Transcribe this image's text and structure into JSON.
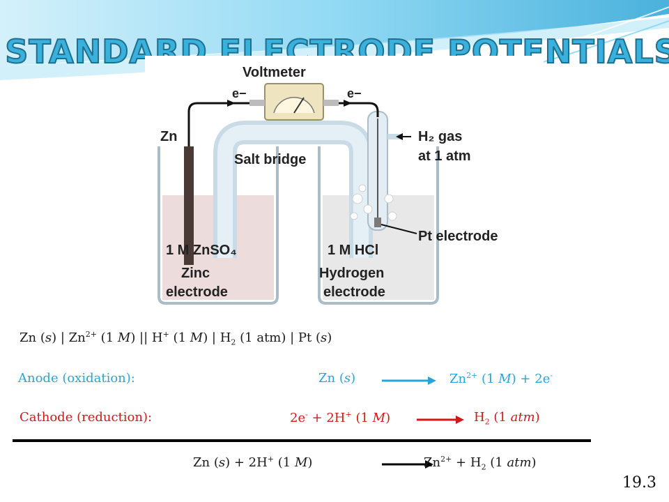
{
  "title": "Standard Electrode Potentials",
  "diagram": {
    "voltmeter": "Voltmeter",
    "electron_left": "e−",
    "electron_right": "e−",
    "zn": "Zn",
    "salt_bridge": "Salt bridge",
    "h2_line1": "H₂ gas",
    "h2_line2": "at 1 atm",
    "pt_electrode": "Pt electrode",
    "left_solution": "1 M ZnSO₄",
    "right_solution": "1 M HCl",
    "left_name1": "Zinc",
    "left_name2": "electrode",
    "right_name1": "Hydrogen",
    "right_name2": "electrode"
  },
  "cell_notation": {
    "zn": "Zn (",
    "s1": "s",
    "b1": ") | Zn",
    "zn_charge": "2+",
    "c1": " (1 ",
    "m1": "M",
    "c2": ") || H",
    "h_charge": "+",
    "c3": " (1 ",
    "m2": "M",
    "c4": ") | H",
    "h2_sub": "2",
    "c5": " (1 atm) | Pt (",
    "s2": "s",
    "c6": ")"
  },
  "anode": {
    "label": "Anode (oxidation):",
    "left_a": "Zn (",
    "left_s": "s",
    "left_b": ")",
    "right_a": "Zn",
    "right_sup": "2+",
    "right_b": " (1 ",
    "right_m": "M",
    "right_c": ") + 2e",
    "right_e": "-"
  },
  "cathode": {
    "label": "Cathode (reduction):",
    "left_a": "2e",
    "left_e": "-",
    "left_b": " + 2H",
    "left_sup": "+",
    "left_c": " (1 ",
    "left_m": "M",
    "left_d": ")",
    "right_a": "H",
    "right_sub": "2",
    "right_b": " (1 ",
    "right_atm": "atm",
    "right_c": ")"
  },
  "overall": {
    "left_a": "Zn (",
    "left_s": "s",
    "left_b": ") + 2H",
    "left_sup": "+",
    "left_c": " (1 ",
    "left_m": "M",
    "left_d": ")",
    "right_a": "Zn",
    "right_sup": "2+",
    "right_b": " + H",
    "right_sub": "2",
    "right_c": " (1 ",
    "right_atm": "atm",
    "right_d": ")"
  },
  "slide_number": "19.3",
  "colors": {
    "anode": "#2aa4d6",
    "cathode": "#d21818",
    "title_fill": "#3ab0dc"
  }
}
